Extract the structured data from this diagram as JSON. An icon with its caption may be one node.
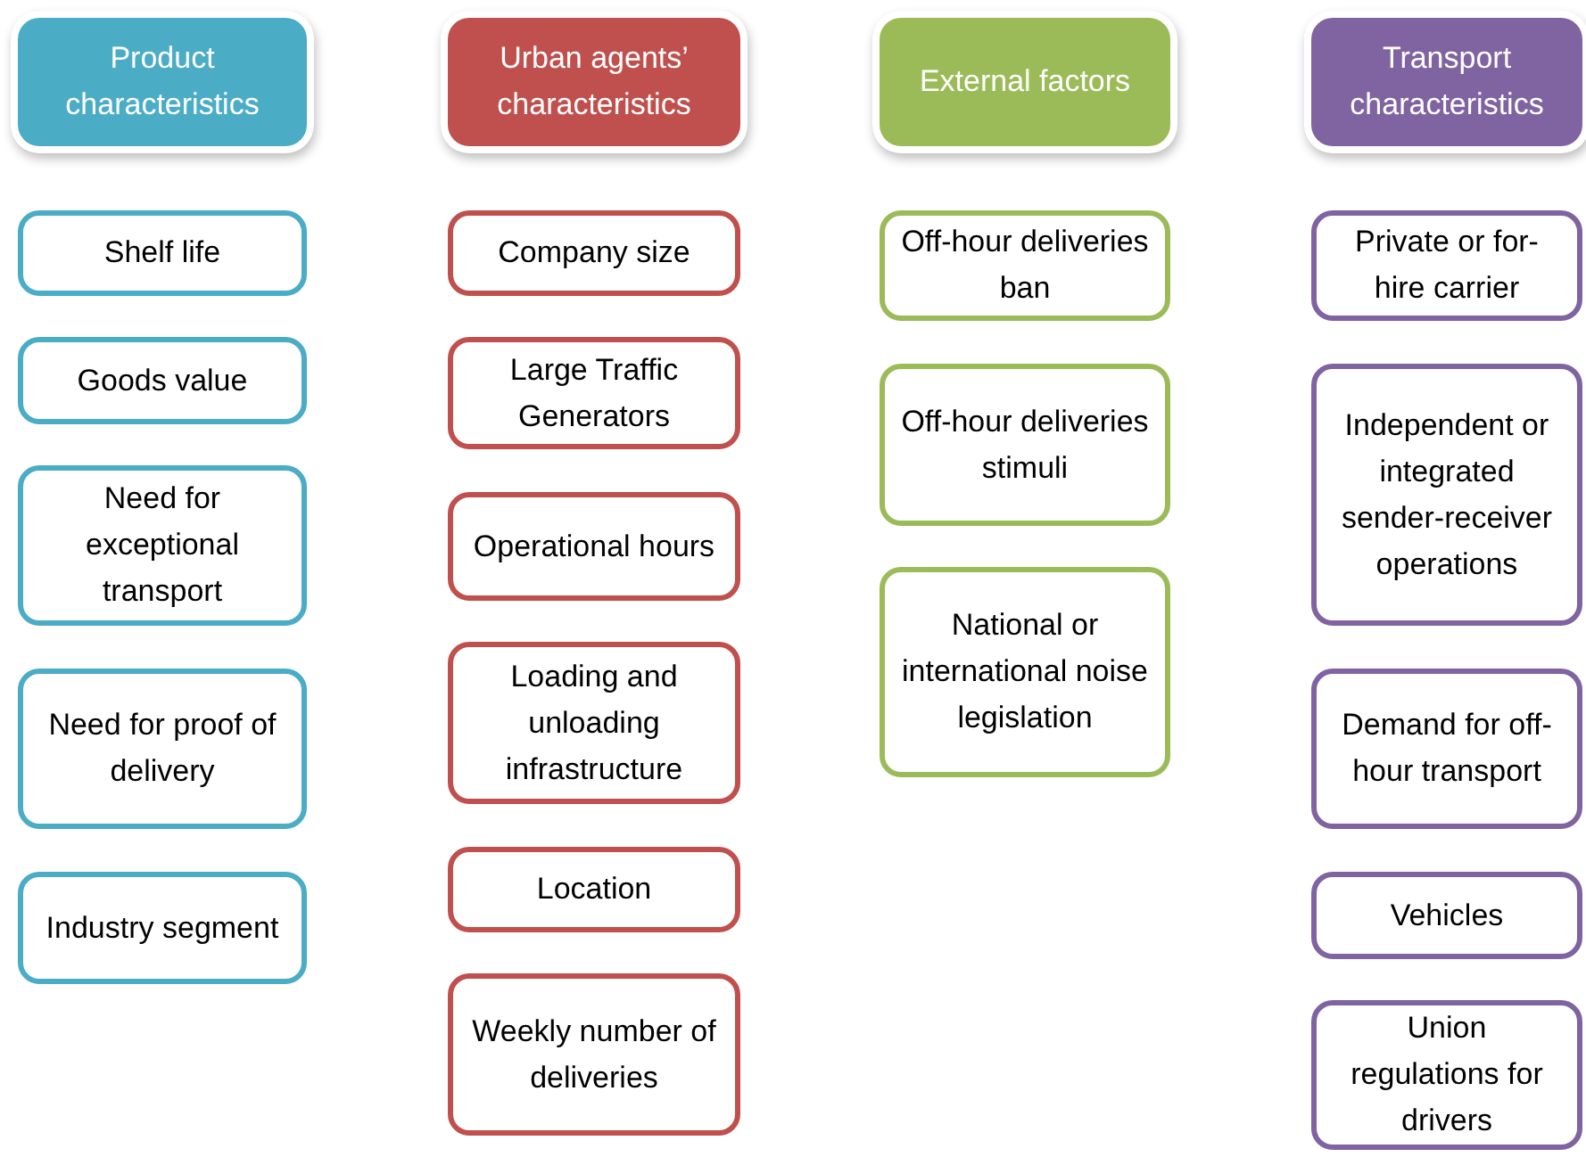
{
  "diagram": {
    "nodes": [
      {
        "text": [
          "Product characteristics"
        ]
      },
      {
        "text": [
          "Shelf life"
        ]
      },
      {
        "text": [
          "Goods value"
        ]
      },
      {
        "text": [
          "Need for exceptional transport"
        ]
      },
      {
        "text": [
          "Need for proof of delivery"
        ]
      },
      {
        "text": [
          "Industry segment"
        ]
      },
      {
        "text": [
          "Urban agents’ characteristics"
        ]
      },
      {
        "text": [
          "Company size"
        ]
      },
      {
        "text": [
          "Large Traffic Generators"
        ]
      },
      {
        "text": [
          "Operational hours"
        ]
      },
      {
        "text": [
          "Loading and unloading infrastructure"
        ]
      },
      {
        "text": [
          "Location"
        ]
      },
      {
        "text": [
          "Weekly number of deliveries"
        ]
      },
      {
        "text": [
          "External factors"
        ]
      },
      {
        "text": [
          "Off-hour deliveries ban"
        ]
      },
      {
        "text": [
          "Off-hour deliveries stimuli"
        ]
      },
      {
        "text": [
          "National or international noise legislation"
        ]
      },
      {
        "text": [
          "Transport characteristics"
        ]
      },
      {
        "text": [
          "Private or for-hire carrier"
        ]
      },
      {
        "text": [
          "Independent or integrated sender-receiver operations"
        ]
      },
      {
        "text": [
          "Demand for off-hour transport"
        ]
      },
      {
        "text": [
          "Vehicles"
        ]
      },
      {
        "text": [
          "Union regulations for drivers"
        ]
      }
    ]
  }
}
